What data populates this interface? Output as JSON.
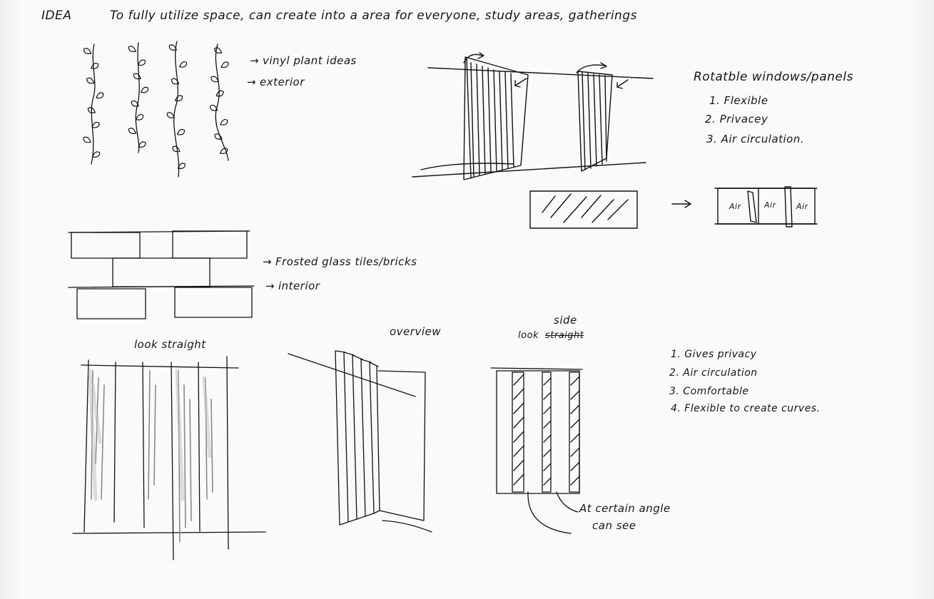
{
  "header": {
    "idea_label": "IDEA",
    "idea_text": "To fully utilize space, can create into a area for everyone, study areas, gatherings"
  },
  "vines": {
    "item1": "vinyl plant ideas",
    "item2": "exterior"
  },
  "rotatable": {
    "title": "Rotatble windows/panels",
    "points": [
      "1. Flexible",
      "2. Privacey",
      "3. Air circulation."
    ],
    "air_labels": [
      "Air",
      "Air",
      "Air"
    ]
  },
  "bricks": {
    "item1": "Frosted glass tiles/bricks",
    "item2": "interior"
  },
  "fins": {
    "look_straight": "look straight",
    "overview": "overview",
    "side": "side",
    "look_prefix": "look",
    "struck_word": "straight",
    "angle_note_line1": "At certain angle",
    "angle_note_line2": "can see",
    "benefits": [
      "1. Gives privacy",
      "2. Air circulation",
      "3. Comfortable",
      "4. Flexible to create curves."
    ]
  }
}
